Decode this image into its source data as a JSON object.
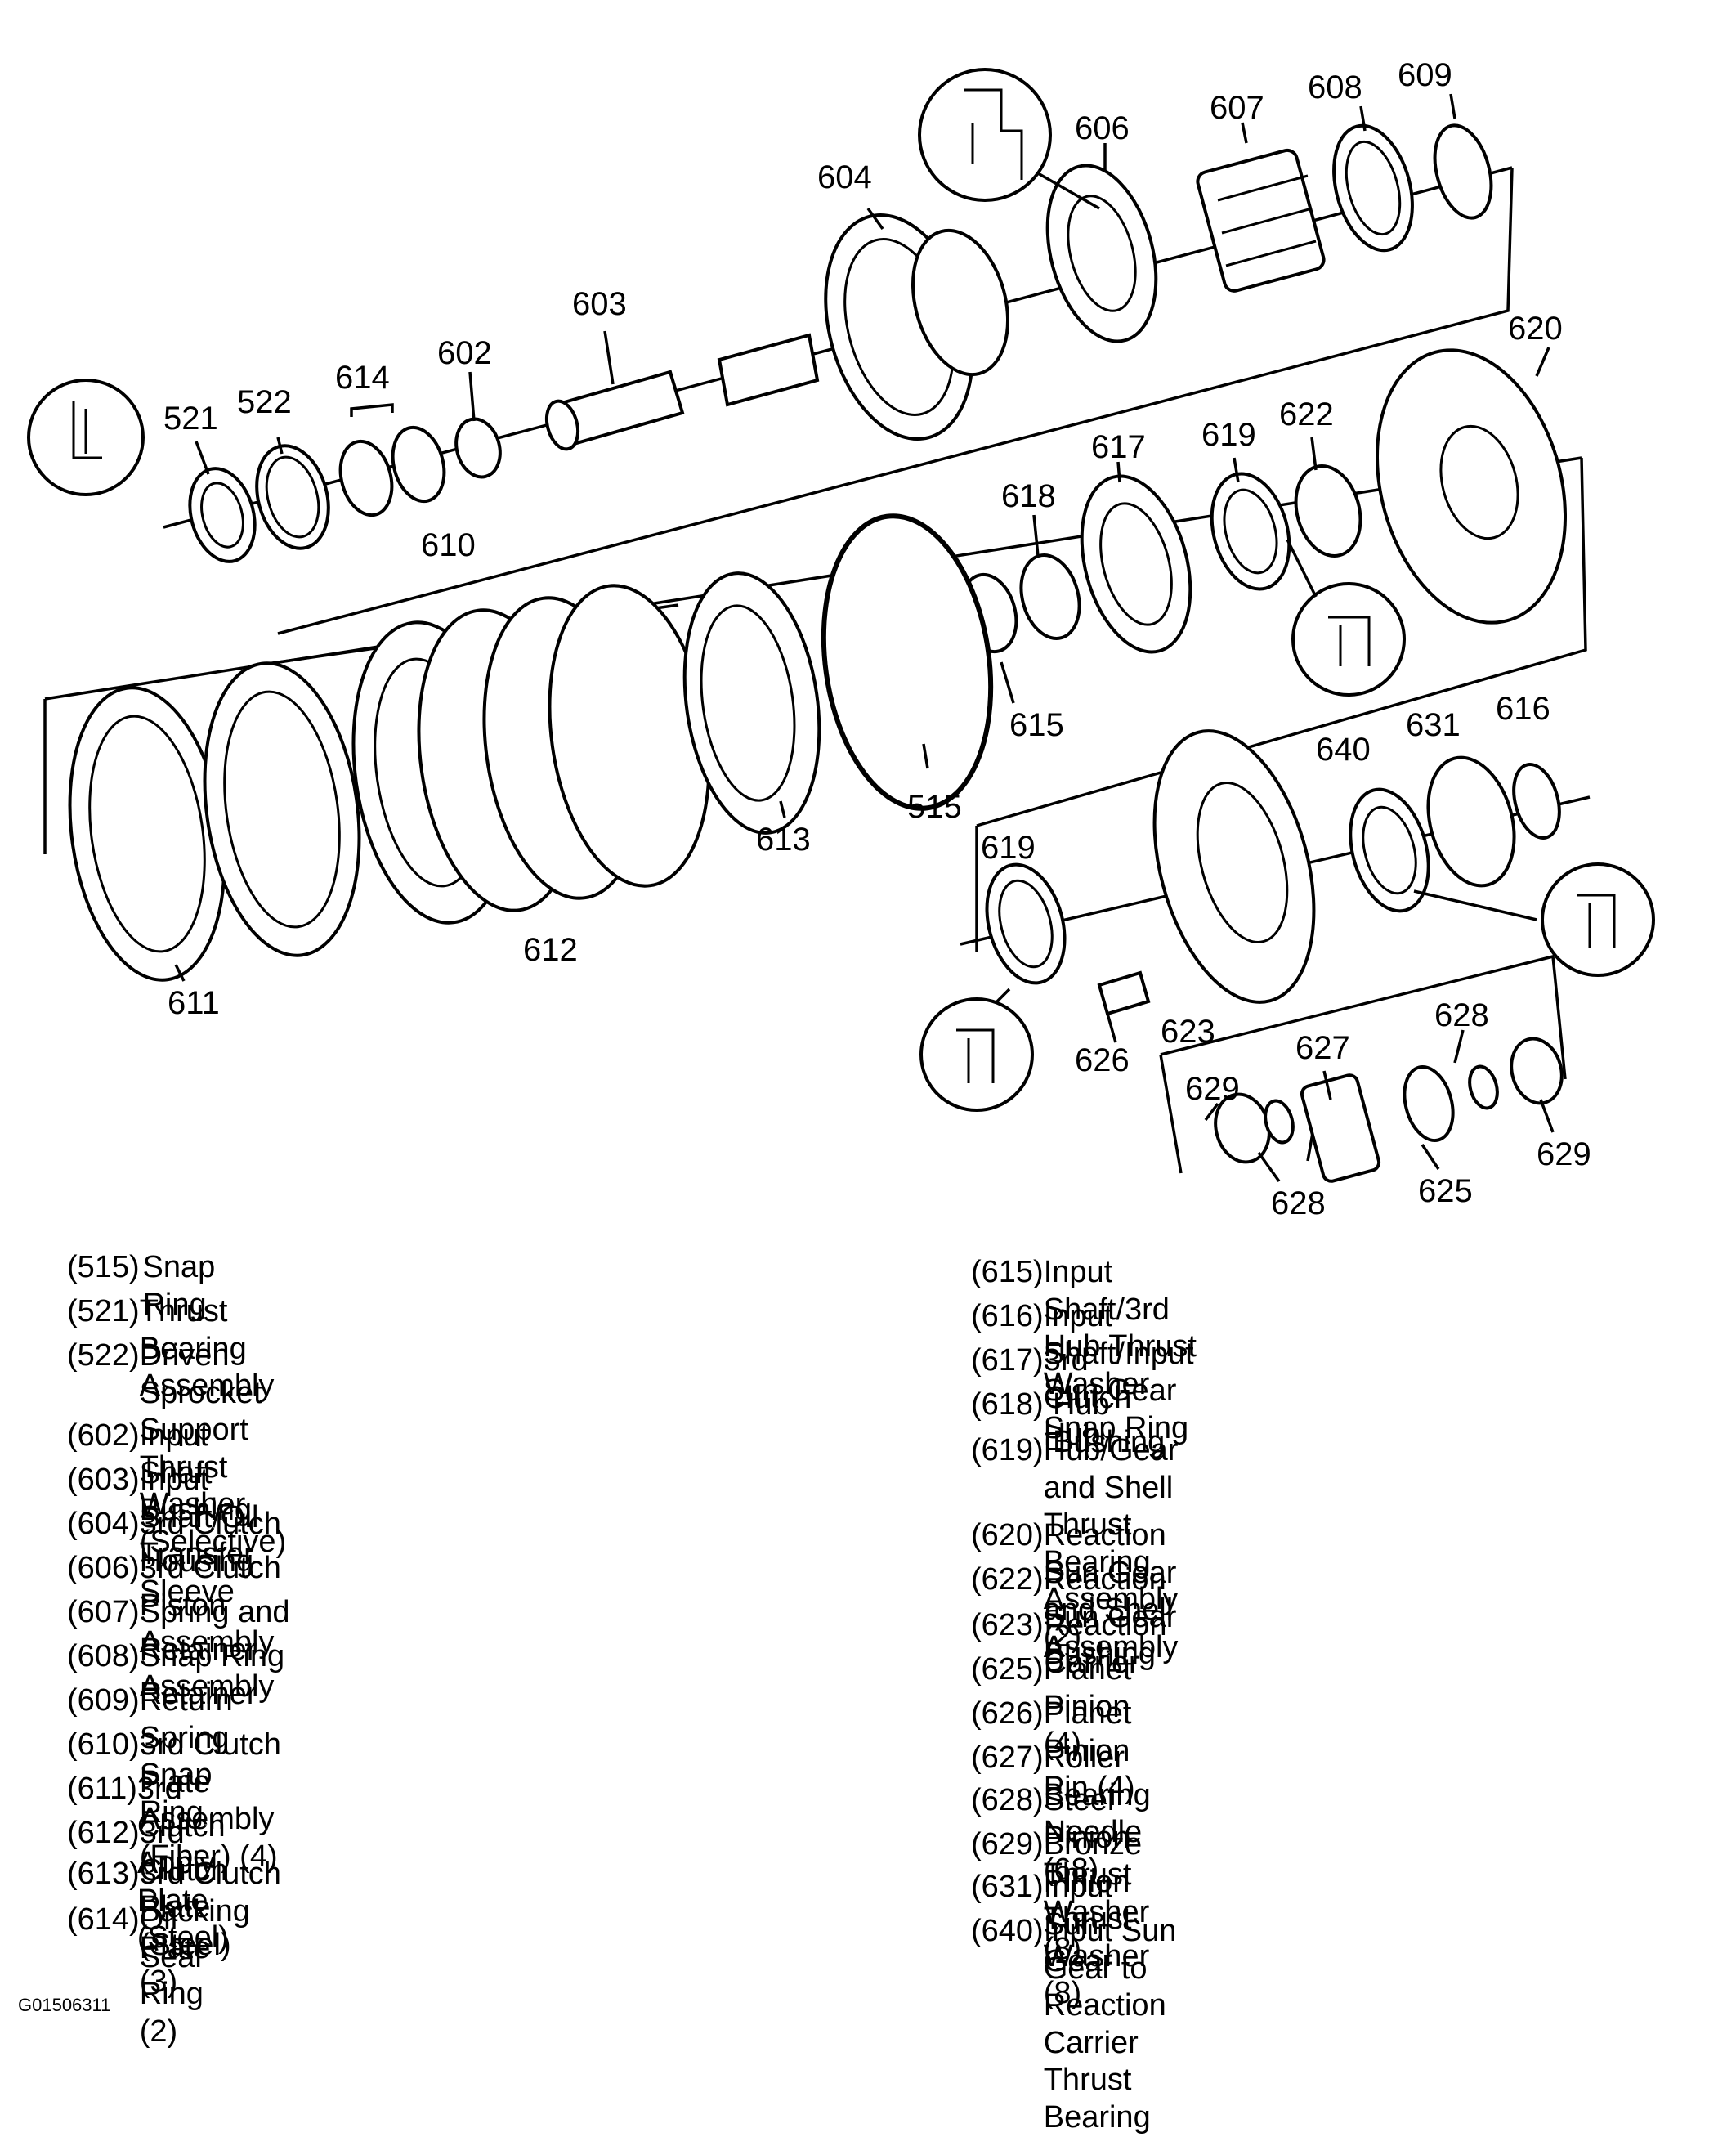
{
  "diagram": {
    "callouts": [
      {
        "id": "c604",
        "text": "604"
      },
      {
        "id": "c606",
        "text": "606"
      },
      {
        "id": "c607",
        "text": "607"
      },
      {
        "id": "c608",
        "text": "608"
      },
      {
        "id": "c609",
        "text": "609"
      },
      {
        "id": "c603",
        "text": "603"
      },
      {
        "id": "c620",
        "text": "620"
      },
      {
        "id": "c614",
        "text": "614"
      },
      {
        "id": "c602",
        "text": "602"
      },
      {
        "id": "c521",
        "text": "521"
      },
      {
        "id": "c522",
        "text": "522"
      },
      {
        "id": "c617",
        "text": "617"
      },
      {
        "id": "c619a",
        "text": "619"
      },
      {
        "id": "c622",
        "text": "622"
      },
      {
        "id": "c618",
        "text": "618"
      },
      {
        "id": "c610",
        "text": "610"
      },
      {
        "id": "c615",
        "text": "615"
      },
      {
        "id": "c616",
        "text": "616"
      },
      {
        "id": "c631",
        "text": "631"
      },
      {
        "id": "c640",
        "text": "640"
      },
      {
        "id": "c613",
        "text": "613"
      },
      {
        "id": "c515",
        "text": "515"
      },
      {
        "id": "c619b",
        "text": "619"
      },
      {
        "id": "c612",
        "text": "612"
      },
      {
        "id": "c611",
        "text": "611"
      },
      {
        "id": "c628a",
        "text": "628"
      },
      {
        "id": "c627",
        "text": "627"
      },
      {
        "id": "c626",
        "text": "626"
      },
      {
        "id": "c623",
        "text": "623"
      },
      {
        "id": "c629a",
        "text": "629"
      },
      {
        "id": "c629b",
        "text": "629"
      },
      {
        "id": "c628b",
        "text": "628"
      },
      {
        "id": "c625",
        "text": "625"
      }
    ]
  },
  "legend_left": [
    {
      "code": "(515)",
      "label": "Snap Ring"
    },
    {
      "code": "(521)",
      "label": "Thrust Bearing Assembly"
    },
    {
      "code": "(522)",
      "label": "Driven Sprocket Support Thrust Washer\n(Selective)"
    },
    {
      "code": "(602)",
      "label": "Input Shaft Bushing"
    },
    {
      "code": "(603)",
      "label": "Input Shaft/Oil Transfer Sleeve"
    },
    {
      "code": "(604)",
      "label": "3rd Clutch Housing"
    },
    {
      "code": "(606)",
      "label": "3rd Clutch Piston Assembly"
    },
    {
      "code": "(607)",
      "label": "Spring and Retainer Assembly"
    },
    {
      "code": "(608)",
      "label": "Snap Ring Retainer"
    },
    {
      "code": "(609)",
      "label": "Return Spring Snap Ring"
    },
    {
      "code": "(610)",
      "label": "3rd Clutch Plate Assembly (Fiber) (4)"
    },
    {
      "code": "(611)",
      "label": "3rd Clutch Apply Plate (Steel)"
    },
    {
      "code": "(612)",
      "label": "3rd Clutch Plate (Steel) (3)"
    },
    {
      "code": "(613)",
      "label": "3rd Clutch Backing Plate"
    },
    {
      "code": "(614)",
      "label": "Oil Seal Ring (2)"
    }
  ],
  "legend_right": [
    {
      "code": "(615)",
      "label": "Input Shaft/3rd Hub Thrust Washer"
    },
    {
      "code": "(616)",
      "label": "Input Shaft/Input Sun Gear Snap Ring"
    },
    {
      "code": "(617)",
      "label": "3rd Clutch Hub"
    },
    {
      "code": "(618)",
      "label": "Hub Bushing"
    },
    {
      "code": "(619)",
      "label": "Hub/Gear and Shell Thrust Bearing\nAssembly (2)"
    },
    {
      "code": "(620)",
      "label": "Reaction Sun Gear and Shell Assembly"
    },
    {
      "code": "(622)",
      "label": "Reaction Sun Gear Bushing"
    },
    {
      "code": "(623)",
      "label": "Reaction Carrier"
    },
    {
      "code": "(625)",
      "label": "Planet Pinion (4)"
    },
    {
      "code": "(626)",
      "label": "Planet Pinion Pin (4)"
    },
    {
      "code": "(627)",
      "label": "Roller Bearing Needle (68)"
    },
    {
      "code": "(628)",
      "label": "Steel Pinion Thrust Washer (8)"
    },
    {
      "code": "(629)",
      "label": "Bronze Pinion Thrust Washer (8)"
    },
    {
      "code": "(631)",
      "label": "Input Sun Gear"
    },
    {
      "code": "(640)",
      "label": "Input Sun Gear to Reaction Carrier Thrust\nBearing"
    }
  ],
  "figure_id": "G01506311"
}
